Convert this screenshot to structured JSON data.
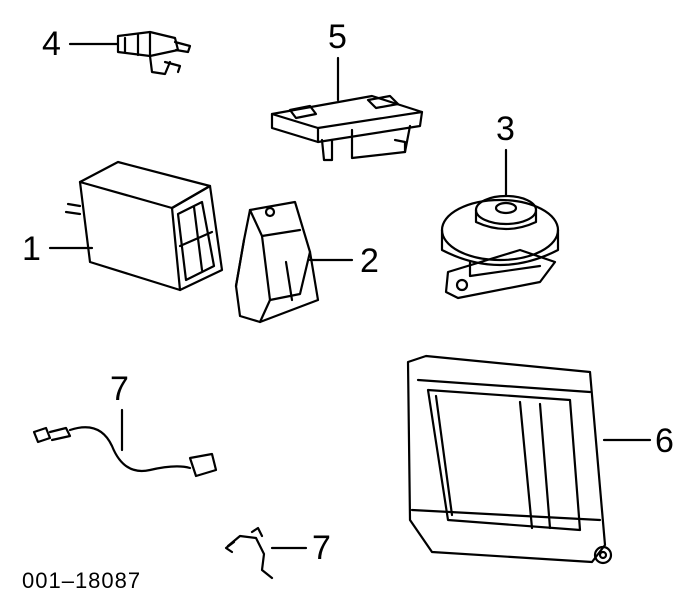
{
  "diagram": {
    "id_label": "001–18087",
    "callouts": {
      "c1": "1",
      "c2": "2",
      "c3": "3",
      "c4": "4",
      "c5": "5",
      "c6": "6",
      "c7a": "7",
      "c7b": "7"
    },
    "line_color": "#000000",
    "background": "#ffffff"
  }
}
